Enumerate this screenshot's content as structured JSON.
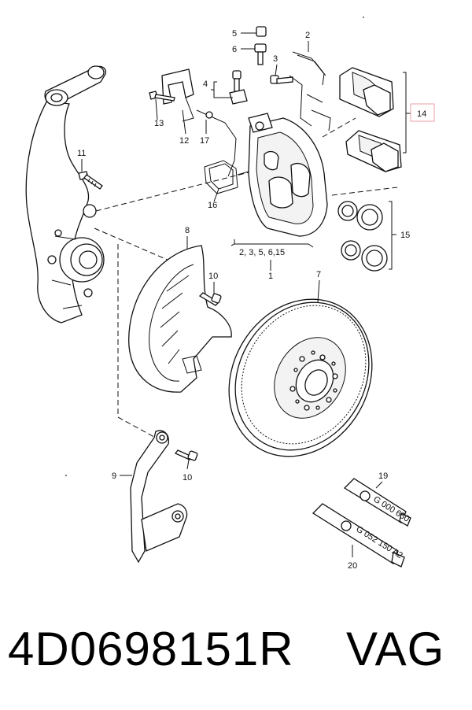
{
  "callouts": {
    "c1": "1",
    "c2": "2",
    "c3": "3",
    "c4": "4",
    "c5": "5",
    "c6": "6",
    "c7": "7",
    "c8": "8",
    "c9": "9",
    "c10a": "10",
    "c10b": "10",
    "c11": "11",
    "c12": "12",
    "c13": "13",
    "c14": "14",
    "c15": "15",
    "c16": "16",
    "c17": "17",
    "c19": "19",
    "c20": "20",
    "group1": "2, 3, 5, 6,15"
  },
  "tubes": {
    "tube19": "G 000 650",
    "tube20": "G 052 150 A2"
  },
  "footer": {
    "part_number": "4D0698151R",
    "brand": "VAG"
  },
  "colors": {
    "highlight_box": "#e8a0a6"
  }
}
